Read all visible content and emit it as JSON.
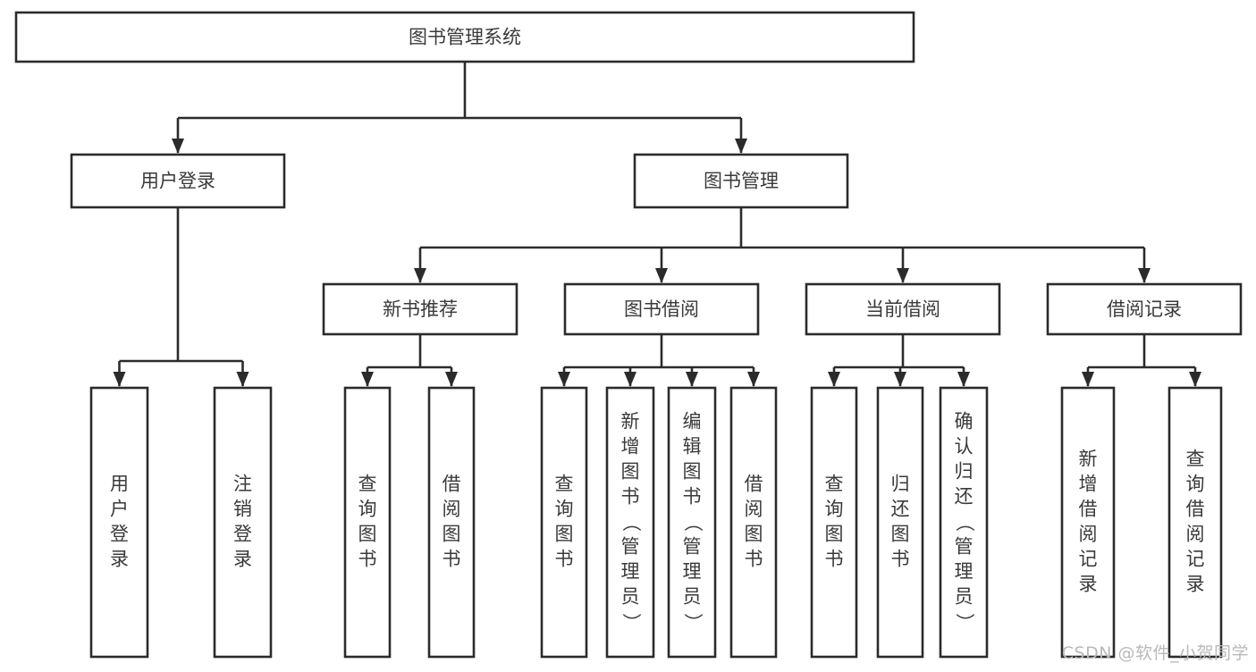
{
  "diagram": {
    "title": "图书管理系统",
    "type": "tree-hierarchy-diagram",
    "colors": {
      "background": "#ffffff",
      "box_fill": "#ffffff",
      "box_stroke": "#2b2b2b",
      "text": "#3a3a3a",
      "watermark": "#b9b9b9"
    },
    "root": {
      "label": "图书管理系统"
    },
    "level2": [
      {
        "label": "用户登录"
      },
      {
        "label": "图书管理"
      }
    ],
    "level3": [
      {
        "label": "新书推荐"
      },
      {
        "label": "图书借阅"
      },
      {
        "label": "当前借阅"
      },
      {
        "label": "借阅记录"
      }
    ],
    "leaves": {
      "user_login": [
        {
          "label": "用户登录"
        },
        {
          "label": "注销登录"
        }
      ],
      "new_book_recommend": [
        {
          "label": "查询图书"
        },
        {
          "label": "借阅图书"
        }
      ],
      "book_borrow": [
        {
          "label": "查询图书"
        },
        {
          "label": "新增图书（管理员）"
        },
        {
          "label": "编辑图书（管理员）"
        },
        {
          "label": "借阅图书"
        }
      ],
      "current_borrow": [
        {
          "label": "查询图书"
        },
        {
          "label": "归还图书"
        },
        {
          "label": "确认归还（管理员）"
        }
      ],
      "borrow_record": [
        {
          "label": "新增借阅记录"
        },
        {
          "label": "查询借阅记录"
        }
      ]
    }
  },
  "watermark": {
    "text": "CSDN @软件_小贺同学"
  }
}
